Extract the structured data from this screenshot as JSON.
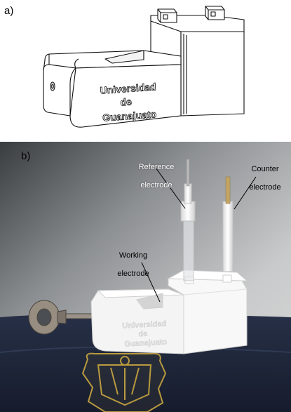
{
  "panels": [
    {
      "label": "a)"
    },
    {
      "label": "b)"
    }
  ],
  "drawing": {
    "engraving_lines": [
      "Universidad",
      "de",
      "Guanajuato"
    ]
  },
  "photo": {
    "annotations": [
      {
        "line1": "Reference",
        "line2": "electrode"
      },
      {
        "line1": "Counter",
        "line2": "electrode"
      },
      {
        "line1": "Working",
        "line2": "electrode"
      }
    ],
    "engraving_lines": [
      "Universidad",
      "de",
      "Guanajuato"
    ]
  }
}
